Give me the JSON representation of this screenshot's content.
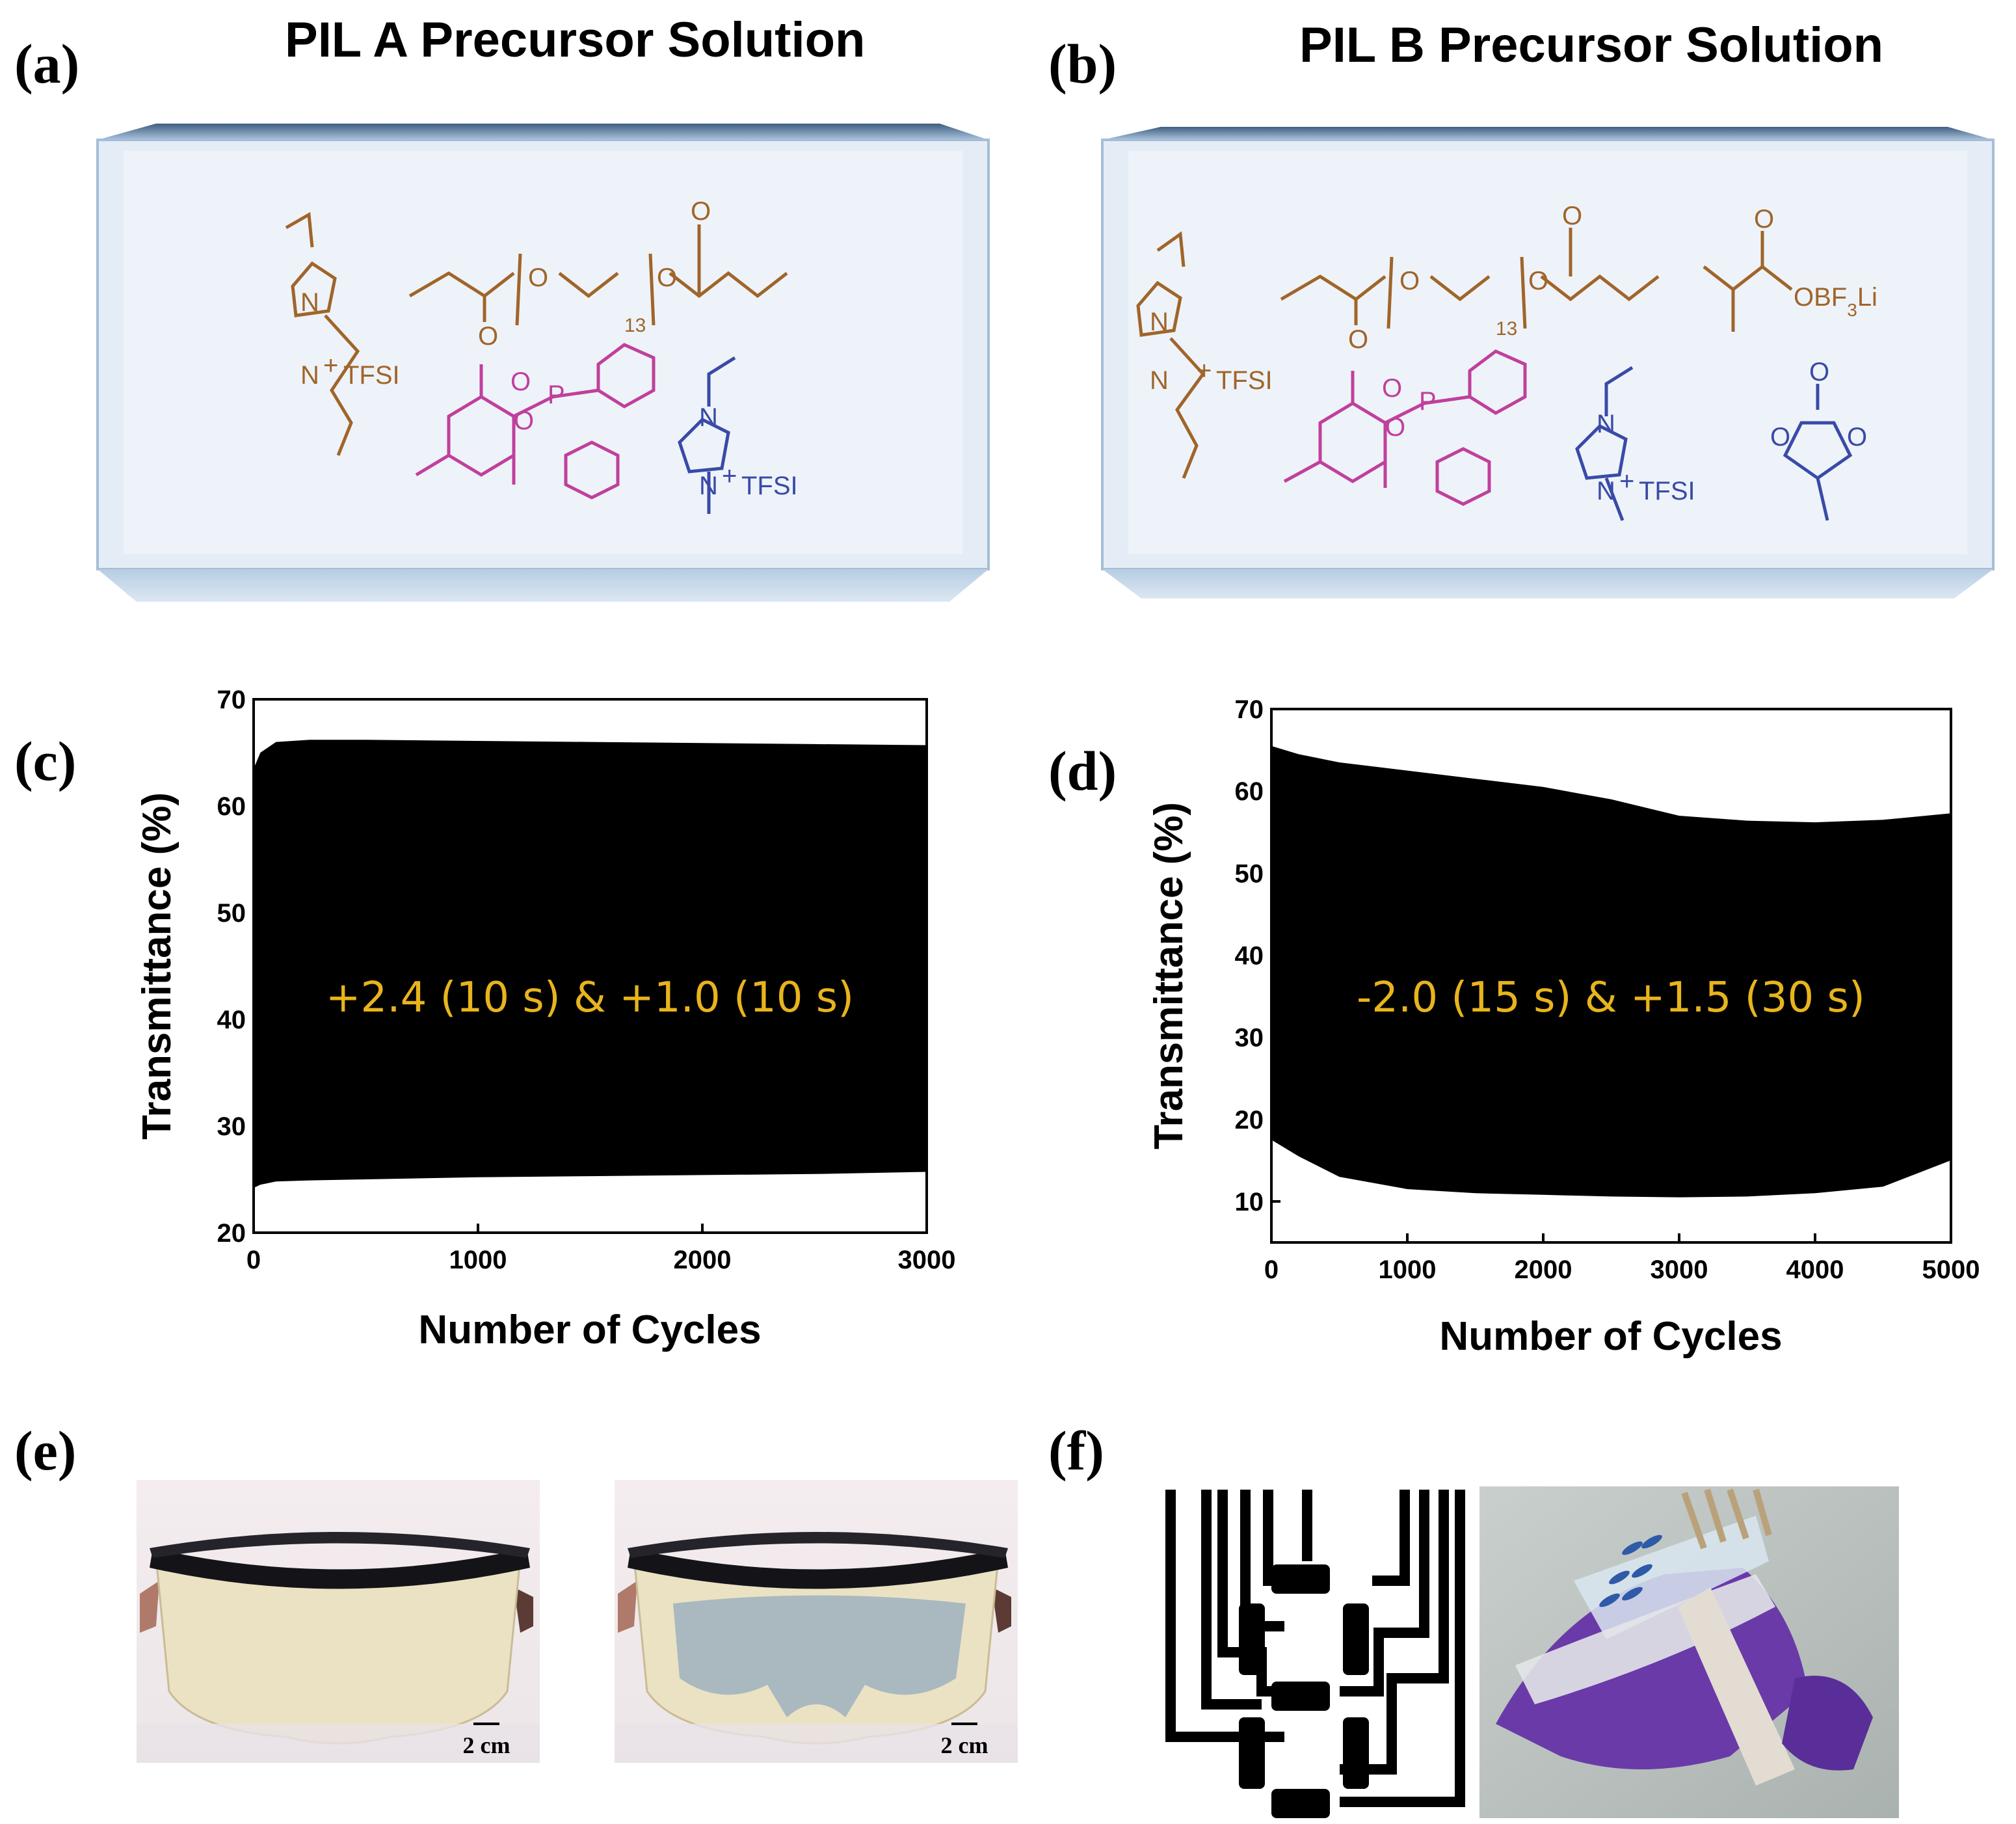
{
  "panels": {
    "a": {
      "letter": "(a)",
      "title": "PIL A Precursor Solution"
    },
    "b": {
      "letter": "(b)",
      "title": "PIL B Precursor Solution"
    },
    "c": {
      "letter": "(c)"
    },
    "d": {
      "letter": "(d)"
    },
    "e": {
      "letter": "(e)",
      "scale_label": "2 cm"
    },
    "f": {
      "letter": "(f)"
    }
  },
  "chem_labels": {
    "tfsi": "TFSI",
    "n": "N",
    "nplus": "N",
    "plus": "+",
    "o": "O",
    "p": "P",
    "repeat": "13",
    "obf3li": "OBF3Li"
  },
  "colors": {
    "vinyl_imidazolium": "#a0652a",
    "peg_diacrylate": "#a0652a",
    "photoinitiator": "#c0409c",
    "emim_tfsi": "#3a4aa8",
    "lithium_salt": "#a0652a",
    "propylene_carbonate": "#3a4aa8",
    "annotation": "#e8b41c",
    "band_fill": "#000000"
  },
  "chart_data": [
    {
      "type": "area",
      "panel": "c",
      "xlabel": "Number of Cycles",
      "ylabel": "Transmittance (%)",
      "xlim": [
        0,
        3000
      ],
      "ylim": [
        20,
        70
      ],
      "xticks": [
        "0",
        "1000",
        "2000",
        "3000"
      ],
      "yticks": [
        "20",
        "30",
        "40",
        "50",
        "60",
        "70"
      ],
      "annotation": "+2.4 (10 s) & +1.0 (10 s)",
      "series": [
        {
          "role": "upper",
          "x": [
            0,
            30,
            100,
            250,
            500,
            1000,
            1500,
            2000,
            2500,
            3000
          ],
          "values": [
            63.5,
            65,
            66,
            66.2,
            66.2,
            66.1,
            66,
            65.9,
            65.8,
            65.7
          ]
        },
        {
          "role": "lower",
          "x": [
            0,
            30,
            100,
            250,
            500,
            1000,
            1500,
            2000,
            2500,
            3000
          ],
          "values": [
            24.2,
            24.5,
            24.8,
            24.9,
            25,
            25.2,
            25.3,
            25.4,
            25.5,
            25.7
          ]
        }
      ]
    },
    {
      "type": "area",
      "panel": "d",
      "xlabel": "Number of Cycles",
      "ylabel": "Transmittance (%)",
      "xlim": [
        0,
        5000
      ],
      "ylim": [
        5,
        70
      ],
      "xticks": [
        "0",
        "1000",
        "2000",
        "3000",
        "4000",
        "5000"
      ],
      "yticks": [
        "10",
        "20",
        "30",
        "40",
        "50",
        "60",
        "70"
      ],
      "annotation": "-2.0 (15 s) & +1.5 (30 s)",
      "series": [
        {
          "role": "upper",
          "x": [
            0,
            200,
            500,
            1000,
            1500,
            2000,
            2500,
            3000,
            3500,
            4000,
            4500,
            5000
          ],
          "values": [
            65.5,
            64.5,
            63.5,
            62.5,
            61.5,
            60.5,
            59,
            57,
            56.4,
            56.2,
            56.5,
            57.3
          ]
        },
        {
          "role": "lower",
          "x": [
            0,
            200,
            500,
            1000,
            1500,
            2000,
            2500,
            3000,
            3500,
            4000,
            4500,
            5000
          ],
          "values": [
            17.5,
            15.5,
            13,
            11.5,
            11,
            10.8,
            10.6,
            10.5,
            10.6,
            11,
            11.8,
            15
          ]
        }
      ]
    }
  ]
}
